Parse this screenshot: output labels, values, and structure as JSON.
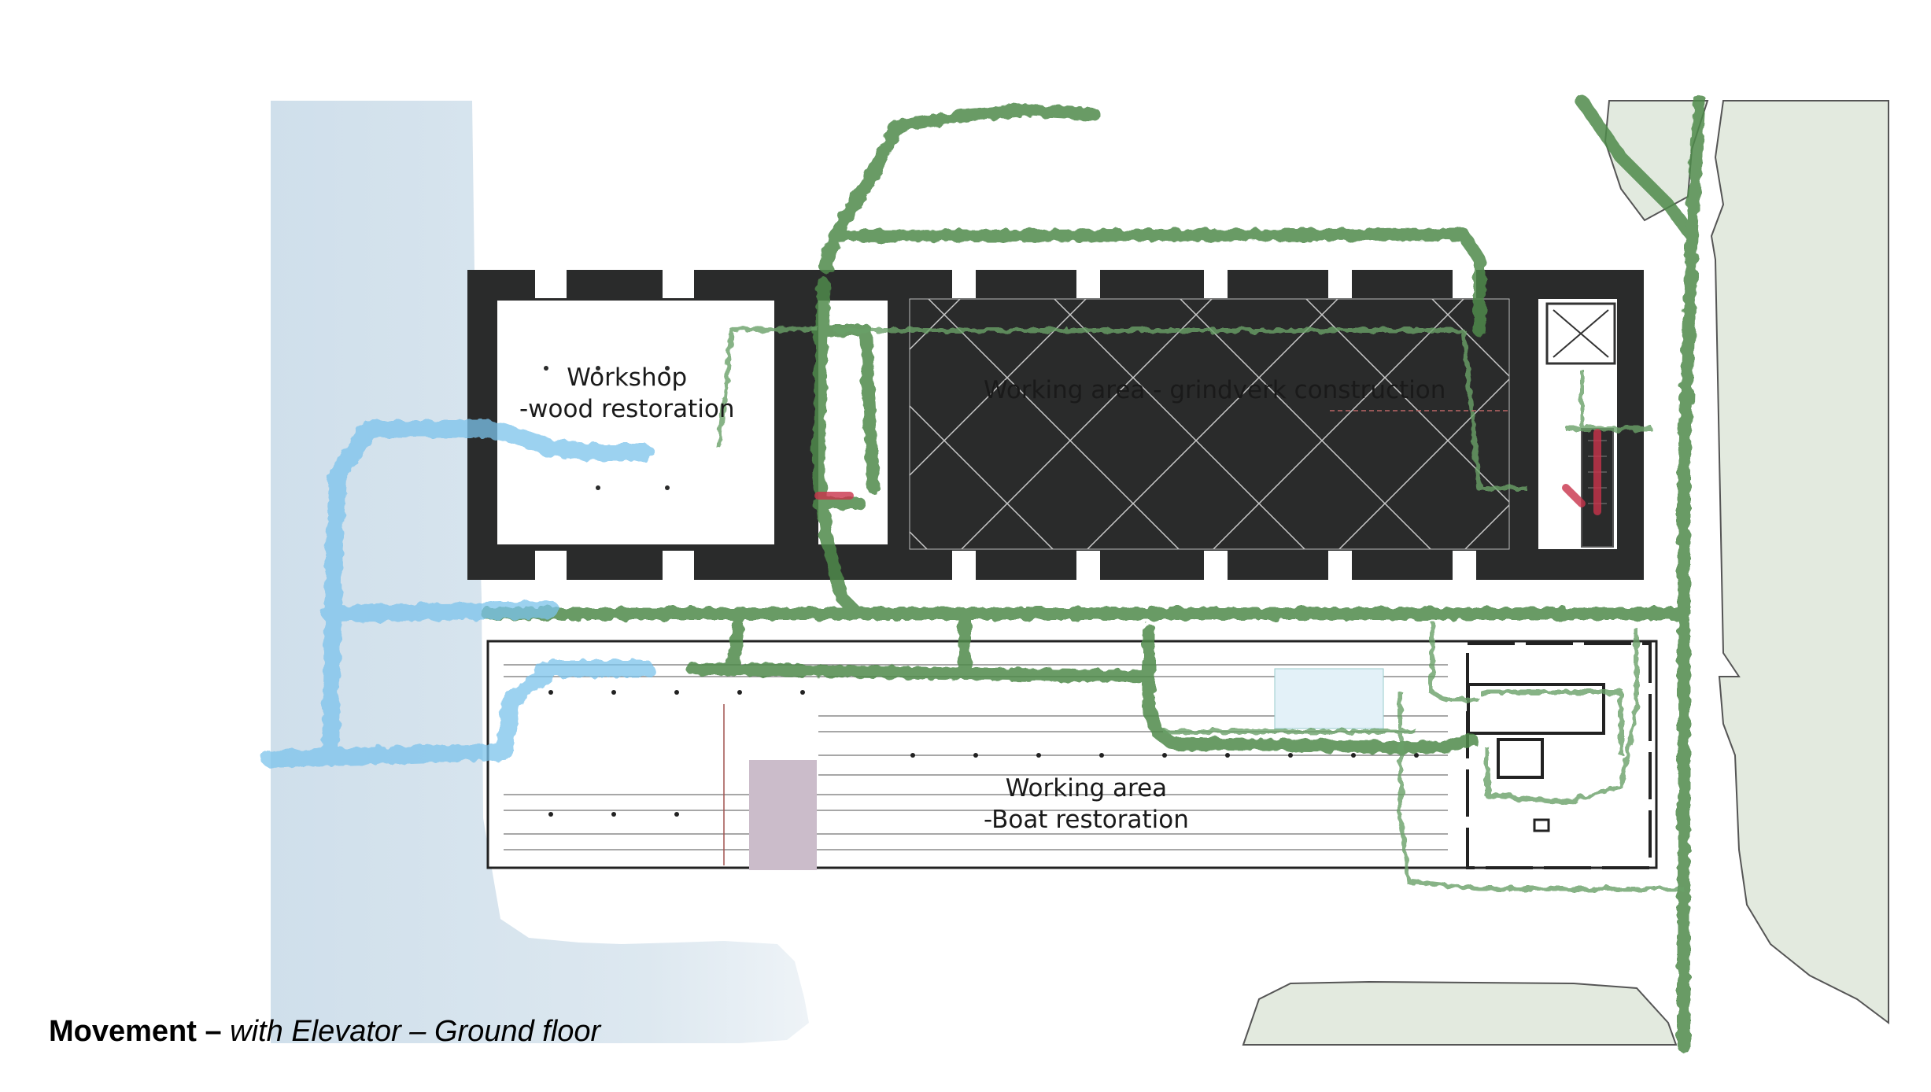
{
  "caption": {
    "bold": "Movement –",
    "italic": " with Elevator – Ground floor"
  },
  "rooms": {
    "workshop": {
      "line1": "Workshop",
      "line2": "-wood restoration"
    },
    "grindverk": {
      "line1": "Working area - grindverk construction"
    },
    "boat": {
      "line1": "Working area",
      "line2": "-Boat restoration"
    }
  },
  "colors": {
    "water": "#d9e6ef",
    "grass": "#e4ebe2",
    "wall": "#2a2b2b",
    "green_path": "#4f8a4c",
    "blue_path": "#7cc3ec",
    "red_path": "#c9334b",
    "purple_block": "#cbbcca",
    "light_blue_block": "#e3f1f8"
  },
  "icons": {
    "elevator": "elevator-shaft-icon",
    "stairs": "stairs-icon"
  }
}
